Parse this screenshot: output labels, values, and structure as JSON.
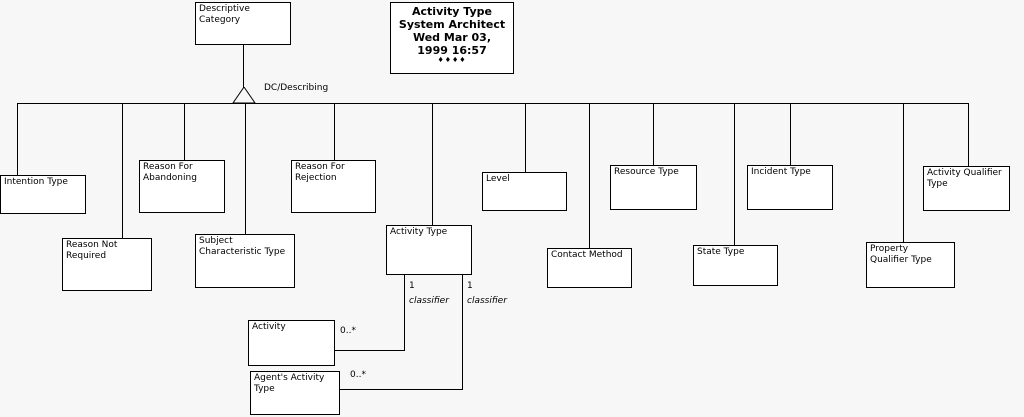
{
  "diagram": {
    "type": "uml-class-diagram",
    "title_box": {
      "lines": [
        "Activity Type",
        "System Architect",
        "Wed Mar 03,",
        "1999  16:57"
      ],
      "diamonds": "♦♦♦♦"
    },
    "superclass": {
      "name": "Descriptive\nCategory"
    },
    "generalization": {
      "label": "DC/Describing"
    },
    "classes": [
      {
        "id": "intention-type",
        "name": "Intention Type"
      },
      {
        "id": "reason-not-required",
        "name": "Reason Not\nRequired"
      },
      {
        "id": "reason-for-abandoning",
        "name": "Reason For\nAbandoning"
      },
      {
        "id": "subject-characteristic-type",
        "name": "Subject\nCharacteristic Type"
      },
      {
        "id": "reason-for-rejection",
        "name": "Reason For\nRejection"
      },
      {
        "id": "activity-type",
        "name": "Activity Type"
      },
      {
        "id": "level",
        "name": "Level"
      },
      {
        "id": "contact-method",
        "name": "Contact Method"
      },
      {
        "id": "resource-type",
        "name": "Resource Type"
      },
      {
        "id": "state-type",
        "name": "State Type"
      },
      {
        "id": "incident-type",
        "name": "Incident Type"
      },
      {
        "id": "property-qualifier-type",
        "name": "Property\nQualifier Type"
      },
      {
        "id": "activity-qualifier-type",
        "name": "Activity Qualifier\nType"
      },
      {
        "id": "activity",
        "name": "Activity"
      },
      {
        "id": "agents-activity-type",
        "name": "Agent's Activity\nType"
      }
    ],
    "associations": [
      {
        "id": "activity-to-activity-type",
        "source": "activity",
        "target": "activity-type",
        "source_multiplicity": "0..*",
        "target_multiplicity": "1",
        "target_role": "classifier"
      },
      {
        "id": "agents-activity-type-to-activity-type",
        "source": "agents-activity-type",
        "target": "activity-type",
        "source_multiplicity": "0..*",
        "target_multiplicity": "1",
        "target_role": "classifier"
      }
    ],
    "colors": {
      "background": "#f7f7f7",
      "box_fill": "#ffffff",
      "stroke": "#000000",
      "text": "#000000"
    }
  }
}
